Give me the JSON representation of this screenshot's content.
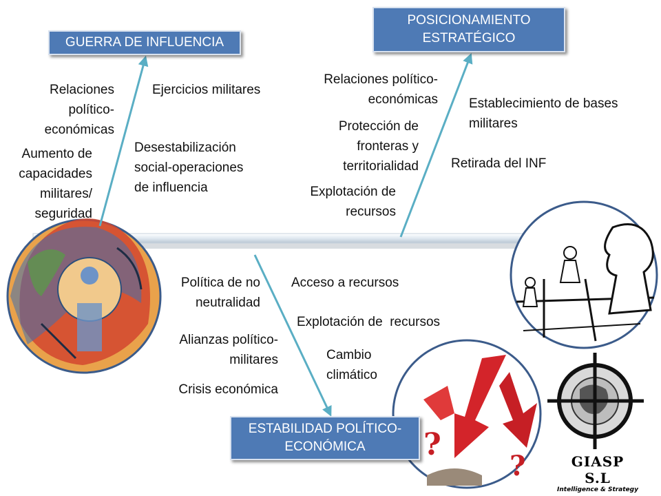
{
  "boxes": {
    "guerra": "GUERRA DE INFLUENCIA",
    "posicionamiento": "POSICIONAMIENTO ESTRATÉGICO",
    "estabilidad": "ESTABILIDAD POLÍTICO-ECONÓMICA"
  },
  "guerra_left": {
    "relaciones": "Relaciones político-económicas",
    "aumento": "Aumento de capacidades militares/ seguridad"
  },
  "guerra_right": {
    "ejercicios": "Ejercicios militares",
    "desestabilizacion": "Desestabilización social-operaciones de influencia"
  },
  "posic_left": {
    "relaciones": "Relaciones político-económicas",
    "proteccion": "Protección de fronteras y territorialidad",
    "explotacion": "Explotación de recursos"
  },
  "posic_right": {
    "bases": "Establecimiento de bases militares",
    "inf": "Retirada del INF"
  },
  "estab_left": {
    "politica": "Política de no neutralidad",
    "alianzas": "Alianzas político-militares",
    "crisis": "Crisis económica"
  },
  "estab_right": {
    "acceso": "Acceso a recursos",
    "explotacion": "Explotación de  recursos",
    "cambio": "Cambio climático"
  },
  "logo": {
    "name": "GIASP S.L",
    "tagline": "Intelligence & Strategy"
  },
  "colors": {
    "box": "#4e7ab5",
    "arrow": "#5aaec4",
    "spine": "#dde6ee"
  },
  "icons": [
    "head-illustration-icon",
    "chess-pieces-icon",
    "falling-arrows-icon",
    "crosshair-globe-icon"
  ]
}
